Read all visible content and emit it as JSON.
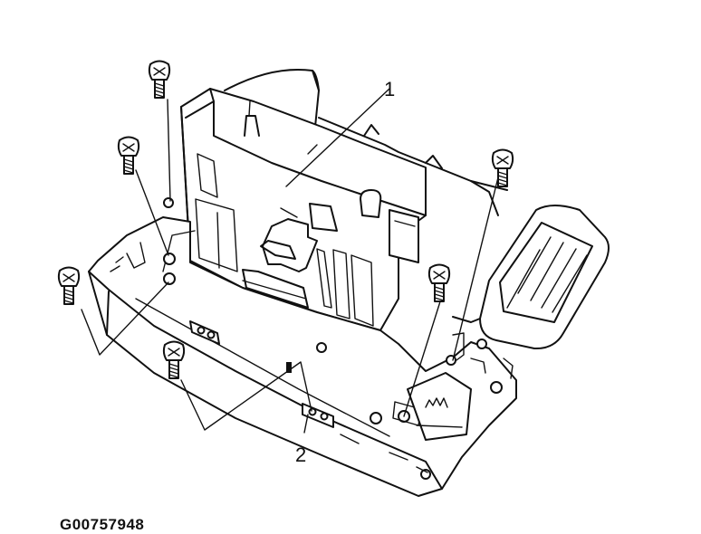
{
  "figure_code": "G00757948",
  "callouts": {
    "one": "1",
    "two": "2"
  },
  "icons": {
    "screw": "screw-icon"
  }
}
